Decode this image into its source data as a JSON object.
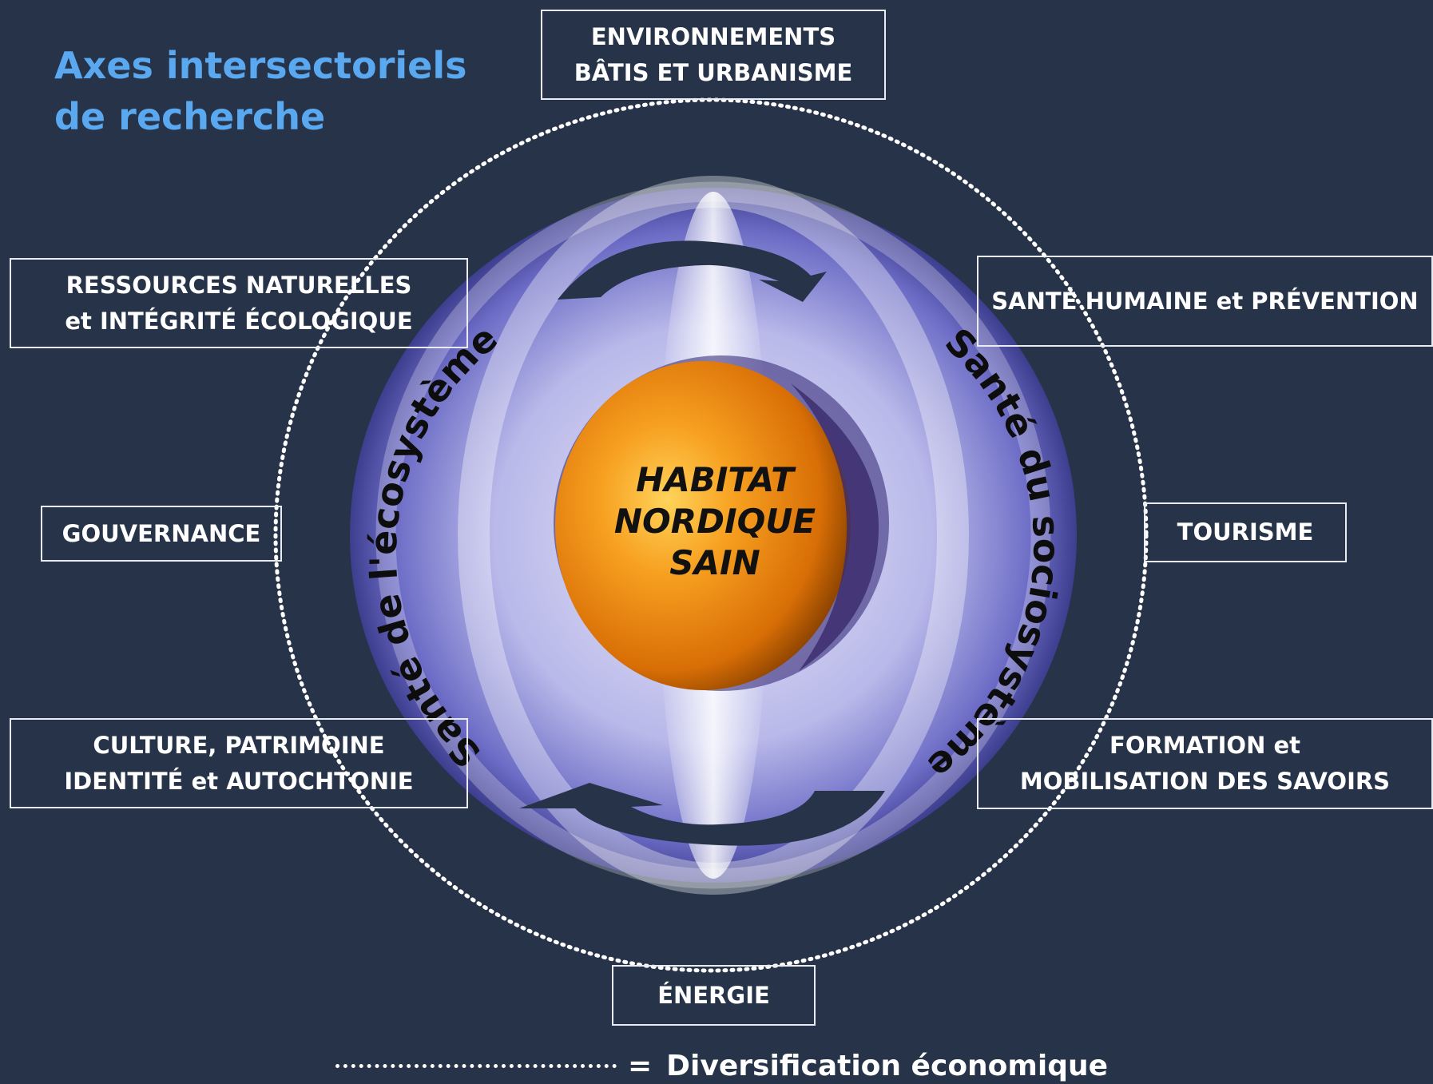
{
  "title": {
    "line1": "Axes intersectoriels",
    "line2": "de recherche"
  },
  "center": {
    "line1": "HABITAT",
    "line2": "NORDIQUE",
    "line3": "SAIN"
  },
  "arcs": {
    "left": "Santé de l'écosystème",
    "right": "Santé du sociosystème"
  },
  "boxes": {
    "environnements": [
      "ENVIRONNEMENTS",
      "BÂTIS ET URBANISME"
    ],
    "ressources": [
      "RESSOURCES NATURELLES",
      "et  INTÉGRITÉ ÉCOLOGIQUE"
    ],
    "sante_humaine": [
      "SANTÉ HUMAINE et PRÉVENTION"
    ],
    "gouvernance": [
      "GOUVERNANCE"
    ],
    "tourisme": [
      "TOURISME"
    ],
    "culture": [
      "CULTURE, PATRIMOINE",
      "IDENTITÉ et AUTOCHTONIE"
    ],
    "formation": [
      "FORMATION et",
      "MOBILISATION DES SAVOIRS"
    ],
    "energie": [
      "ÉNERGIE"
    ]
  },
  "legend": {
    "equals": "=",
    "label": "Diversification économique"
  },
  "colors": {
    "background": "#263349",
    "title": "#5aa9f0",
    "core": "#f08a0c",
    "sphere": "#8f8fd8"
  }
}
